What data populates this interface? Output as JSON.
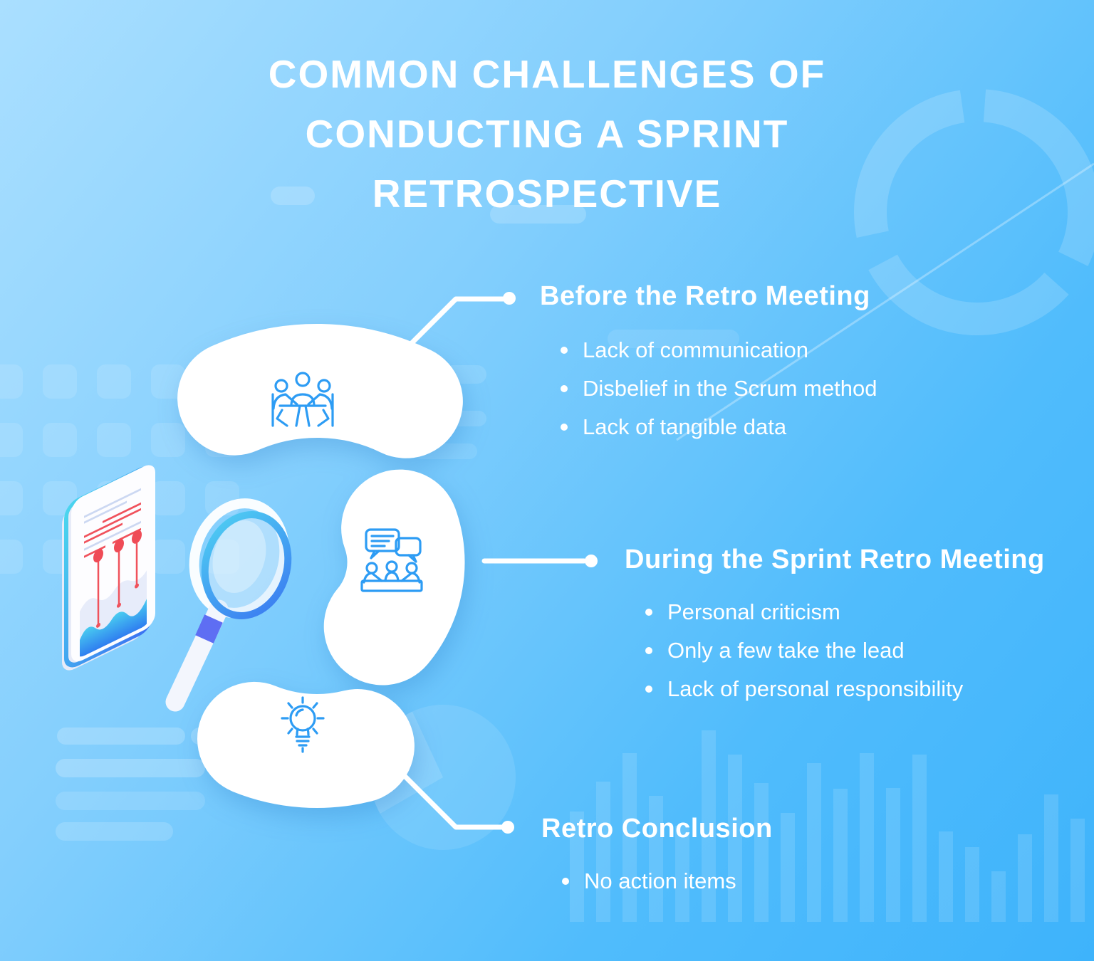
{
  "infographic": {
    "title_lines": [
      "COMMON CHALLENGES OF",
      "CONDUCTING A SPRINT",
      "RETROSPECTIVE"
    ],
    "sections": [
      {
        "title": "Before the Retro Meeting",
        "icon": "meeting-table-icon",
        "bullets": [
          "Lack of communication",
          "Disbelief in the Scrum method",
          "Lack of tangible data"
        ]
      },
      {
        "title": "During the Sprint Retro Meeting",
        "icon": "team-discussion-icon",
        "bullets": [
          "Personal criticism",
          "Only a few take the lead",
          "Lack of personal responsibility"
        ]
      },
      {
        "title": "Retro Conclusion",
        "icon": "idea-lightbulb-icon",
        "bullets": [
          "No action items"
        ]
      }
    ],
    "colors": {
      "background_top": "#aadfff",
      "background_bottom": "#3eb3fb",
      "text": "#ffffff",
      "segment_fill": "#ffffff",
      "icon_stroke": "#2d9cf4",
      "accent_red": "#ef4b56",
      "magnifier_band": "#5e6ef3"
    },
    "illustrations": [
      "phone-analytics-illustration",
      "magnifying-glass-illustration",
      "ring-segments",
      "donut-chart-decoration",
      "bar-chart-decoration"
    ]
  }
}
